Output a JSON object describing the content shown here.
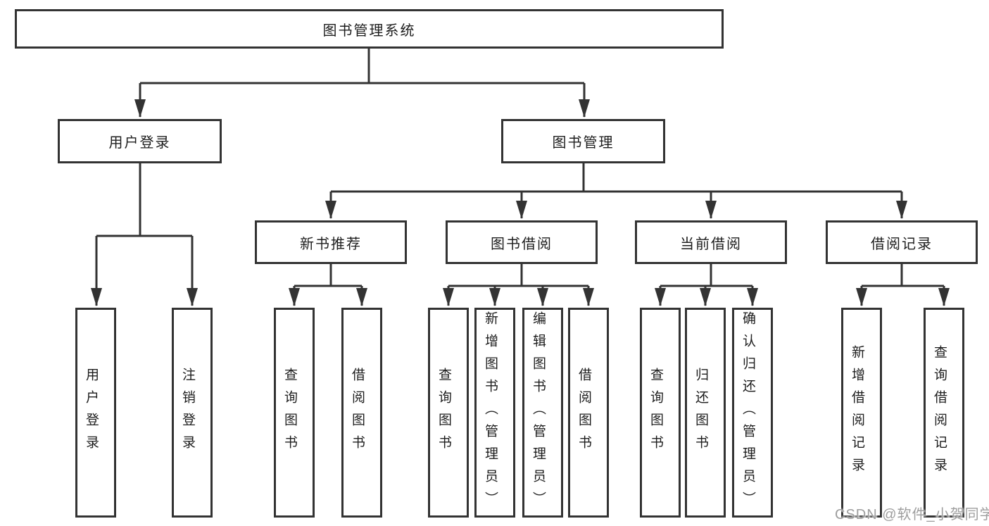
{
  "diagram": {
    "title": "图书管理系统",
    "root": {
      "label": "图书管理系统"
    },
    "level2": {
      "user_login": {
        "label": "用户登录"
      },
      "book_mgmt": {
        "label": "图书管理"
      }
    },
    "level3": {
      "new_book": {
        "label": "新书推荐"
      },
      "borrow": {
        "label": "图书借阅"
      },
      "current": {
        "label": "当前借阅"
      },
      "records": {
        "label": "借阅记录"
      }
    },
    "leaves": {
      "user_login": [
        "用户登录",
        "注销登录"
      ],
      "new_book": [
        "查询图书",
        "借阅图书"
      ],
      "borrow": [
        "查询图书",
        "新增图书（管理员）",
        "编辑图书（管理员）",
        "借阅图书"
      ],
      "current": [
        "查询图书",
        "归还图书",
        "确认归还（管理员）"
      ],
      "records": [
        "新增借阅记录",
        "查询借阅记录"
      ]
    }
  },
  "watermark": {
    "text": "CSDN @软件_小贺同学"
  },
  "colors": {
    "line": "#333333",
    "text": "#1d1d1d",
    "box_background": "#ffffff",
    "watermark": "#9e9e9e",
    "background": "#ffffff"
  }
}
